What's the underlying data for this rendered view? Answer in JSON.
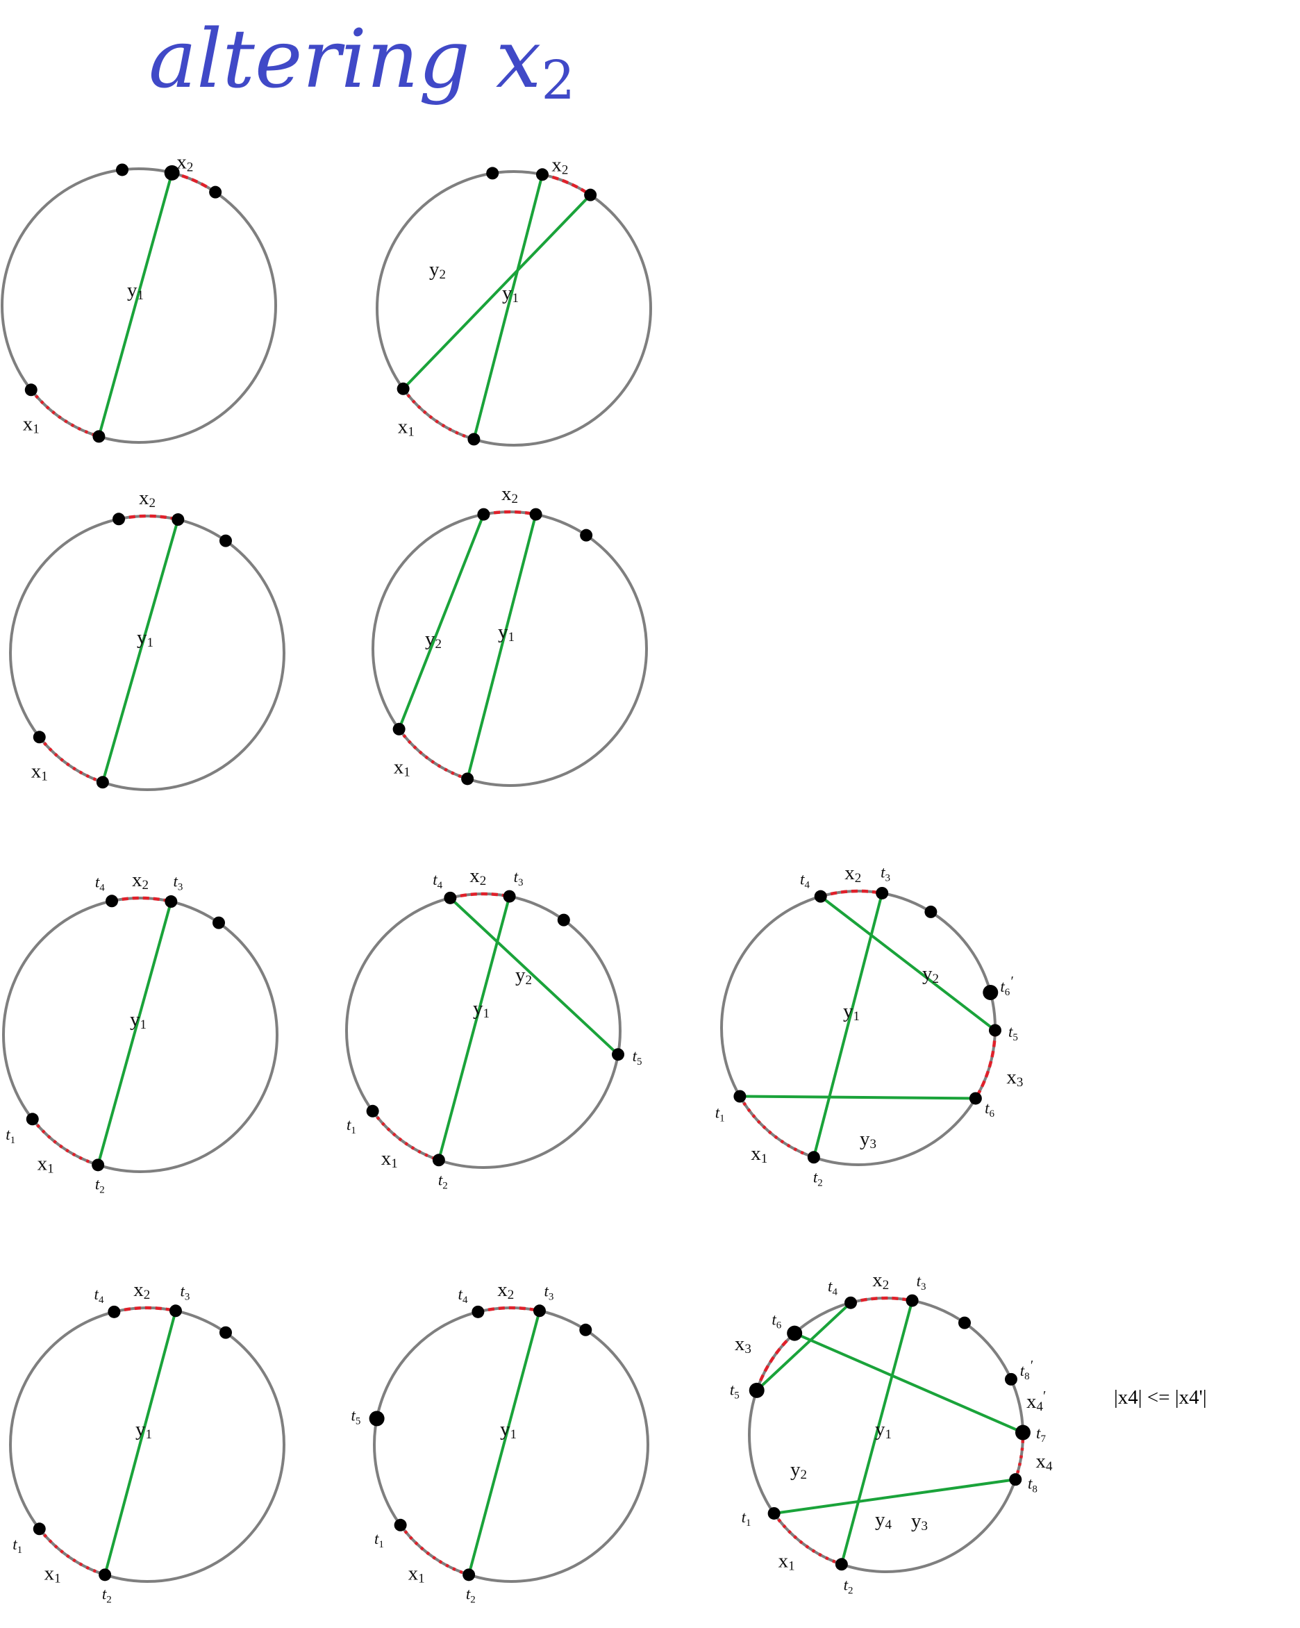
{
  "title": {
    "main": "altering x",
    "sub": "2"
  },
  "note": "|x4| <= |x4'|",
  "colors": {
    "title": "#4049c7",
    "circle": "#7f7f7f",
    "tour_edge": "#1aa33a",
    "removed_edge": "#e0202a",
    "point": "#000000"
  },
  "labels": {
    "x1": "x",
    "x2": "x",
    "x3": "x",
    "x4": "x",
    "x4p": "x",
    "y1": "y",
    "y2": "y",
    "y3": "y",
    "y4": "y",
    "t1": "t",
    "t2": "t",
    "t3": "t",
    "t4": "t",
    "t5": "t",
    "t6": "t",
    "t6p": "t",
    "t7": "t",
    "t8": "t",
    "t8p": "t",
    "s1": "1",
    "s2": "2",
    "s3": "3",
    "s4": "4",
    "s5": "5",
    "s6": "6",
    "s7": "7",
    "s8": "8",
    "prime": "′"
  }
}
